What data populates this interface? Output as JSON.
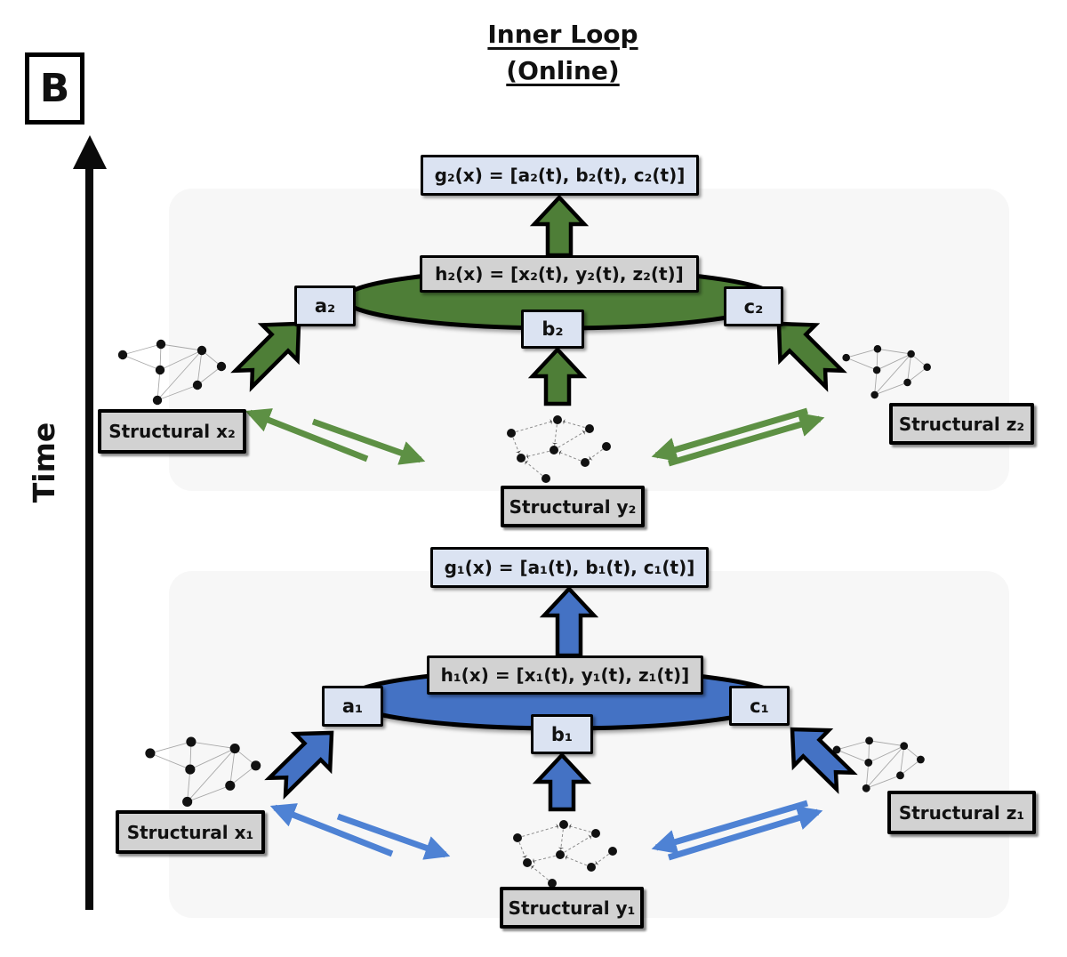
{
  "figure_label": "B",
  "title": {
    "line1": "Inner Loop",
    "line2": "(Online)"
  },
  "time_axis_label": "Time",
  "colors": {
    "green_block": "#4e7e37",
    "green_thin": "#5d9044",
    "blue_block": "#4472c4",
    "blue_thin": "#4e82d4",
    "box_light_blue": "#dbe3f2",
    "box_gray": "#d2d2d2",
    "outline_black": "#000000",
    "graph_node": "#111111",
    "graph_edge_light": "#a8a8a8",
    "graph_edge_dark": "#8c8c8c"
  },
  "loop_t2": {
    "g_formula": "g₂(x) = [a₂(t), b₂(t), c₂(t)]",
    "h_formula": "h₂(x) = [x₂(t), y₂(t), z₂(t)]",
    "node_a": "a₂",
    "node_b": "b₂",
    "node_c": "c₂",
    "structural_x": "Structural x₂",
    "structural_y": "Structural y₂",
    "structural_z": "Structural z₂"
  },
  "loop_t1": {
    "g_formula": "g₁(x) = [a₁(t), b₁(t), c₁(t)]",
    "h_formula": "h₁(x) = [x₁(t), y₁(t), z₁(t)]",
    "node_a": "a₁",
    "node_b": "b₁",
    "node_c": "c₁",
    "structural_x": "Structural x₁",
    "structural_y": "Structural y₁",
    "structural_z": "Structural z₁"
  }
}
